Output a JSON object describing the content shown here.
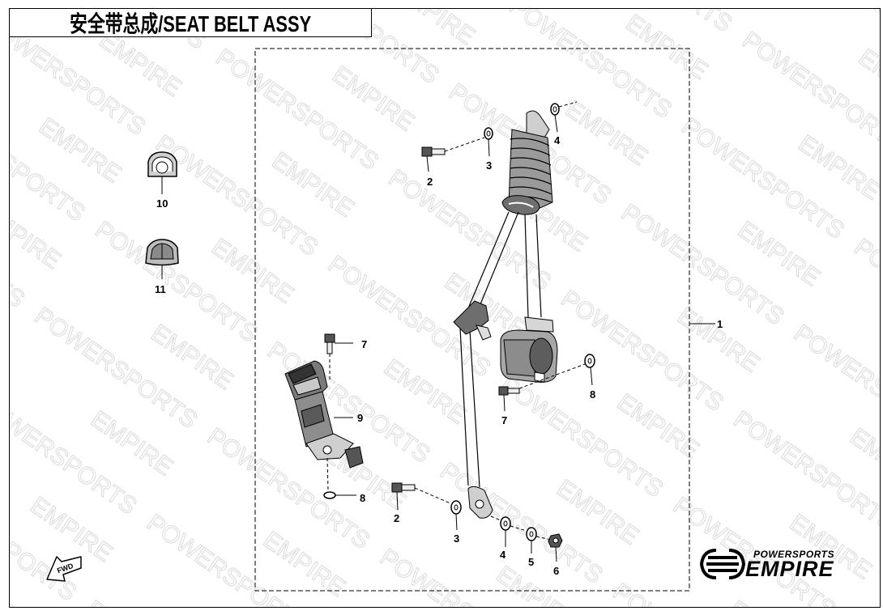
{
  "title": "安全带总成/SEAT BELT ASSY",
  "watermark": "POWERSPORTS EMPIRE",
  "callouts": {
    "c1": "1",
    "c2a": "2",
    "c2b": "2",
    "c3a": "3",
    "c3b": "3",
    "c4a": "4",
    "c4b": "4",
    "c5": "5",
    "c6": "6",
    "c7a": "7",
    "c7b": "7",
    "c8a": "8",
    "c8b": "8",
    "c9": "9",
    "c10": "10",
    "c11": "11"
  },
  "brand": {
    "line1": "POWERSPORTS",
    "line2": "EMPIRE"
  },
  "fwd_label": "FWD"
}
